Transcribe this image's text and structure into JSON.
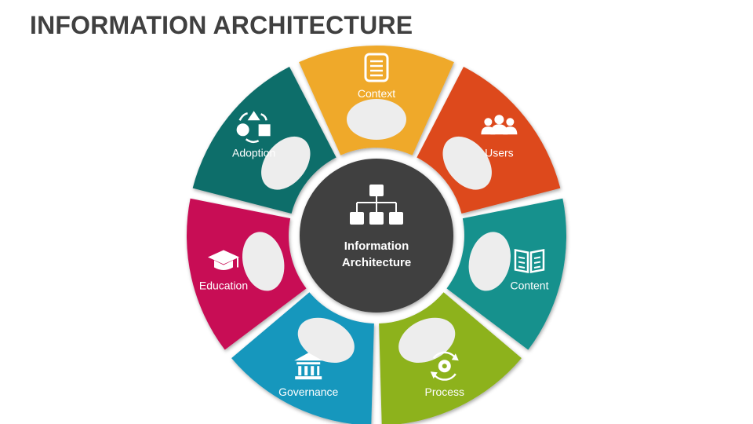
{
  "title": "INFORMATION ARCHITECTURE",
  "center": {
    "line1": "Information",
    "line2": "Architecture",
    "icon": "hierarchy-icon"
  },
  "segments": [
    {
      "label": "Context",
      "icon": "document-icon",
      "color": "#EFA929"
    },
    {
      "label": "Users",
      "icon": "users-icon",
      "color": "#DD4A1B"
    },
    {
      "label": "Content",
      "icon": "book-icon",
      "color": "#12918D"
    },
    {
      "label": "Process",
      "icon": "gear-cycle-icon",
      "color": "#8DB21F"
    },
    {
      "label": "Governance",
      "icon": "building-icon",
      "color": "#1597BD"
    },
    {
      "label": "Education",
      "icon": "graduation-cap-icon",
      "color": "#C80E55"
    },
    {
      "label": "Adoption",
      "icon": "shapes-cycle-icon",
      "color": "#0F6E6A"
    }
  ],
  "colors": {
    "title": "#404040",
    "center": "#3F3F3F",
    "inner": "#EDEDED"
  }
}
